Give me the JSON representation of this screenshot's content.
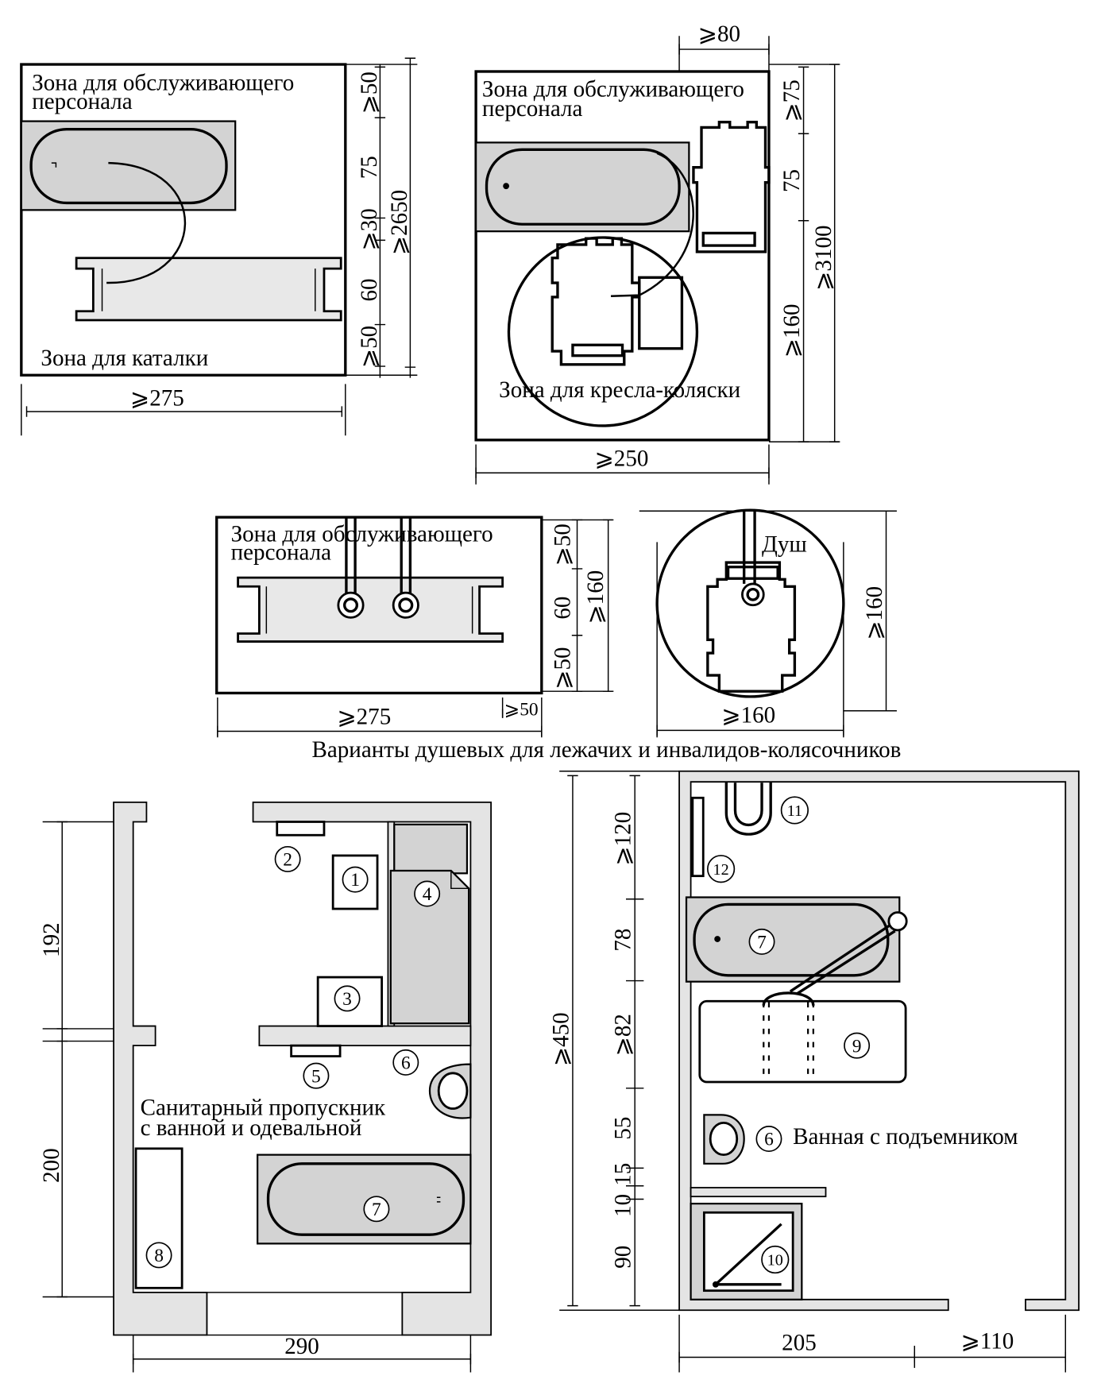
{
  "panel_gurney_bath": {
    "staff_zone": [
      "Зона для обслуживающего",
      "персонала"
    ],
    "gurney_zone": "Зона для каталки",
    "dims_vertical": [
      "⩾50",
      "75",
      "⩾30",
      "60",
      "⩾50"
    ],
    "total_height": "⩾2650",
    "width": "⩾275"
  },
  "panel_wheelchair_bath": {
    "staff_zone": [
      "Зона для обслуживающего",
      "персонала"
    ],
    "wheelchair_zone": "Зона для кресла-коляски",
    "top_dim": "⩾80",
    "dims_vertical": [
      "⩾75",
      "75",
      "⩾160"
    ],
    "total_height": "⩾3100",
    "width": "⩾250"
  },
  "panel_gurney_shower": {
    "staff_zone": [
      "Зона для обслуживающего",
      "персонала"
    ],
    "dims_vertical": [
      "⩾50",
      "60",
      "⩾50"
    ],
    "total_height": "⩾160",
    "width": "⩾275",
    "edge_dim": "⩾50"
  },
  "panel_wheelchair_shower": {
    "shower_label": "Душ",
    "height": "⩾160",
    "width": "⩾160"
  },
  "caption": "Варианты душевых для лежачих и инвалидов-колясочников",
  "plan_sanitary": {
    "title": [
      "Санитарный пропускник",
      "с ванной и одевальной"
    ],
    "dims_vertical": [
      "192",
      "200"
    ],
    "width": "290",
    "markers": [
      "1",
      "2",
      "3",
      "4",
      "5",
      "6",
      "7",
      "8"
    ]
  },
  "plan_lift_bathroom": {
    "title": "Ванная с подъемником",
    "total_height": "⩾450",
    "dims_vertical": [
      "⩾120",
      "78",
      "⩾82",
      "55",
      "15",
      "10",
      "90"
    ],
    "widths": [
      "205",
      "⩾110"
    ],
    "markers": [
      "11",
      "12",
      "7",
      "9",
      "6",
      "10"
    ]
  },
  "colors": {
    "line": "#000000",
    "fixture": "#d3d3d3",
    "wall": "#e4e4e4",
    "gurney": "#e8e8e8"
  }
}
